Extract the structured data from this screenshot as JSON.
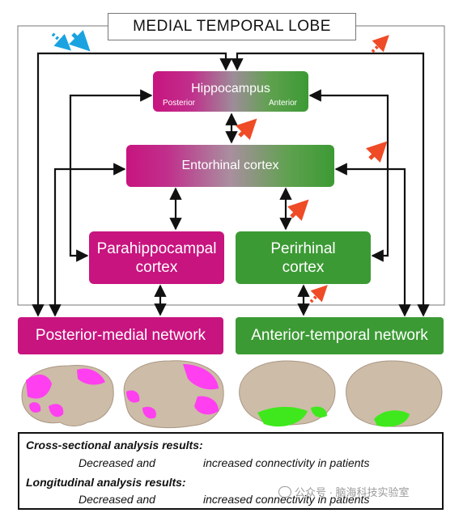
{
  "title": "MEDIAL TEMPORAL LOBE",
  "hippocampus": {
    "label": "Hippocampus",
    "posterior": "Posterior",
    "anterior": "Anterior"
  },
  "entorhinal": {
    "label": "Entorhinal cortex"
  },
  "parahippocampal": {
    "line1": "Parahippocampal",
    "line2": "cortex"
  },
  "perirhinal": {
    "line1": "Perirhinal",
    "line2": "cortex"
  },
  "networks": {
    "posterior_medial": "Posterior-medial network",
    "anterior_temporal": "Anterior-temporal network"
  },
  "legend": {
    "cross_title": "Cross-sectional analysis results:",
    "cross_decreased": "Decreased and",
    "cross_increased": "increased connectivity in patients",
    "long_title": "Longitudinal analysis results:",
    "long_decreased": "Decreased and",
    "long_increased": "increased connectivity in patients"
  },
  "watermark": "公众号 · 脑海科技实验室",
  "colors": {
    "posterior_magenta": "#c8147f",
    "anterior_green": "#3c9a34",
    "decreased_blue": "#1aa3e0",
    "increased_red": "#ee4b26",
    "brain_base": "#cdbca8",
    "brain_pm_highlight": "#ff3ff0",
    "brain_at_highlight": "#3fe81c"
  },
  "icons": {
    "decreased": "arrow-down-right-icon",
    "increased": "arrow-up-right-icon",
    "dashed_variant": "longitudinal-dashed-arrow-icon"
  }
}
